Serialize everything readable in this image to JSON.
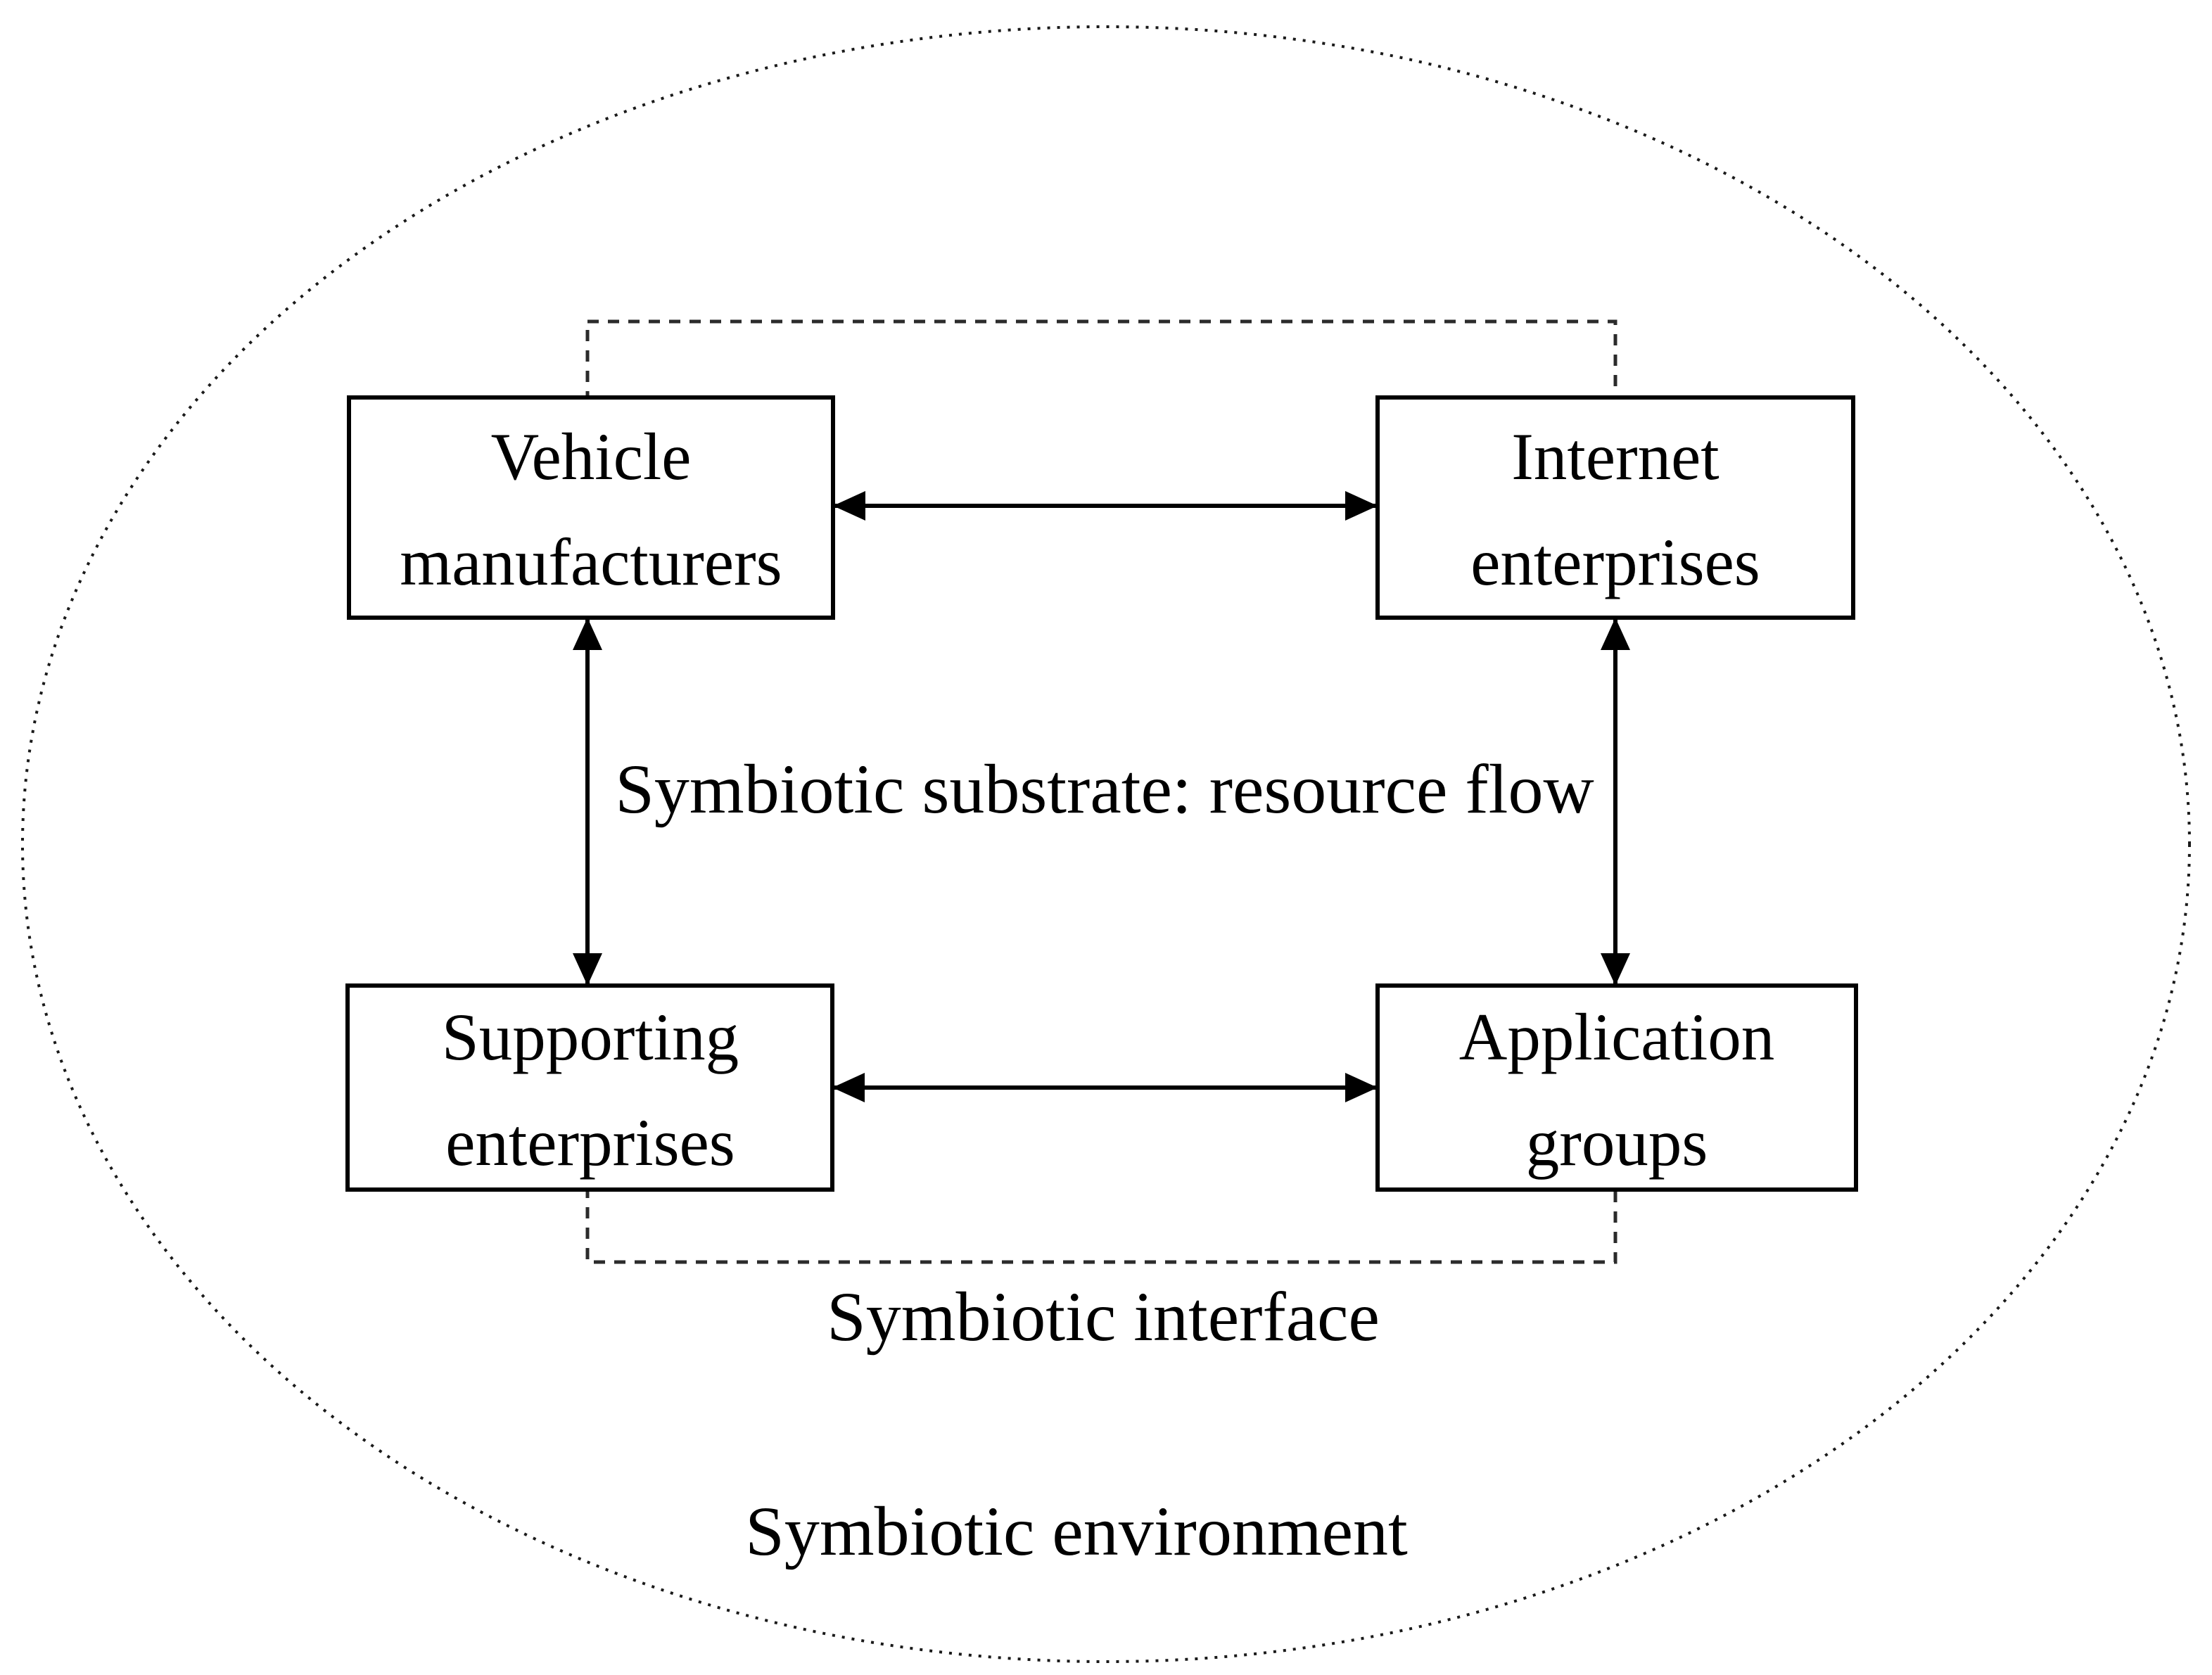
{
  "diagram": {
    "nodes": {
      "vehicle_manufacturers": {
        "lines": [
          "Vehicle",
          "manufacturers"
        ]
      },
      "internet_enterprises": {
        "lines": [
          "Internet",
          "enterprises"
        ]
      },
      "supporting_enterprises": {
        "lines": [
          "Supporting",
          "enterprises"
        ]
      },
      "application_groups": {
        "lines": [
          "Application",
          "groups"
        ]
      }
    },
    "labels": {
      "substrate": "Symbiotic substrate: resource flow",
      "interface": "Symbiotic interface",
      "environment": "Symbiotic environment"
    },
    "colors": {
      "ink": "#000000",
      "dashed_line": "#2b2b2b",
      "background": "#ffffff"
    }
  }
}
